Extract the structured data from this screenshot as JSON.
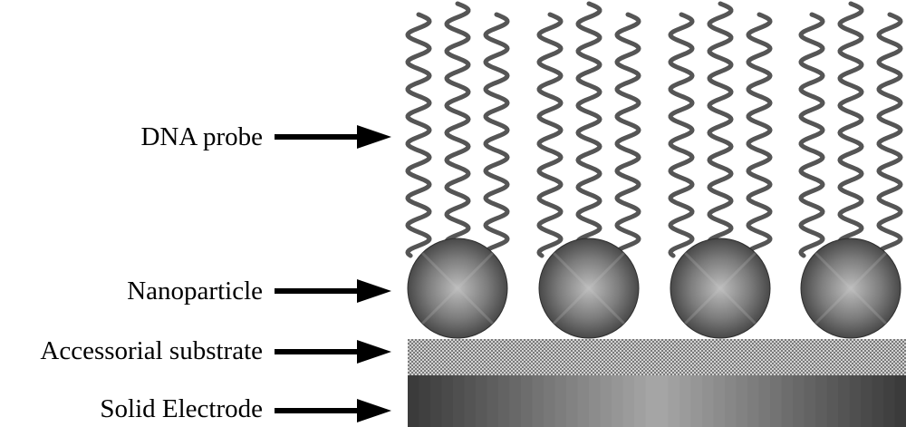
{
  "labels": {
    "dna_probe": "DNA probe",
    "nanoparticle": "Nanoparticle",
    "accessorial_substrate": "Accessorial substrate",
    "solid_electrode": "Solid Electrode"
  },
  "counts": {
    "nanoparticles": 4,
    "probes_per_particle": 3
  },
  "colors": {
    "dna_strand": "#555555",
    "arrow": "#000000",
    "sphere_light": "#bdbdbd",
    "sphere_dark": "#404040",
    "substrate_light": "#d0d0d0",
    "substrate_dark": "#808080",
    "electrode_dark": "#3a3a3a",
    "electrode_light": "#a5a5a5"
  }
}
